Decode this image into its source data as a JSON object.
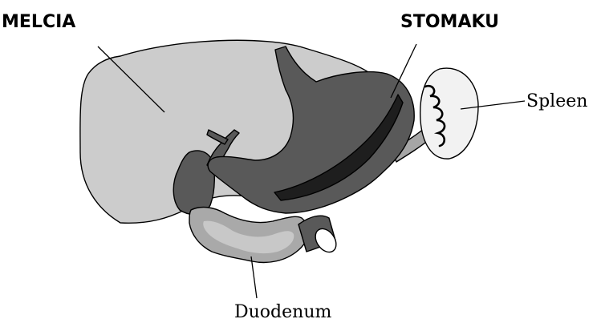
{
  "labels": {
    "liver": "MELCIA",
    "stomach": "STOMAKU",
    "spleen": "Spleen",
    "duodenum": "Duodenum"
  },
  "colors": {
    "liver": "#cccccc",
    "stomach": "#595959",
    "stomach_fold": "#1e1e1e",
    "spleen": "#f2f2f2",
    "duodenum_outer": "#a9a9a9",
    "duodenum_inner": "#c8c8c8",
    "vessel": "#a6a6a6"
  }
}
